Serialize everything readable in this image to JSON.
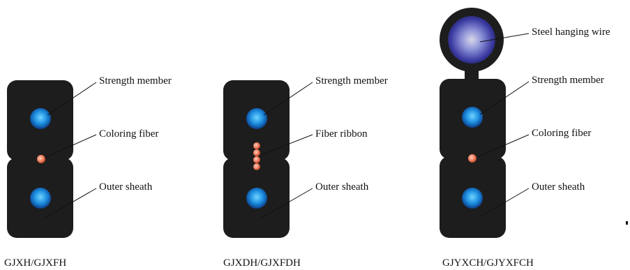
{
  "diagrams": [
    {
      "caption": "GJXH/GJXFH",
      "labels": [
        "Strength member",
        "Coloring fiber",
        "Outer sheath"
      ]
    },
    {
      "caption": "GJXDH/GJXFDH",
      "labels": [
        "Strength member",
        "Fiber ribbon",
        "Outer sheath"
      ]
    },
    {
      "caption": "GJYXCH/GJYXFCH",
      "labels": [
        "Steel hanging wire",
        "Strength member",
        "Coloring fiber",
        "Outer sheath"
      ]
    }
  ],
  "colors": {
    "sheath": "#1d1d1d",
    "strength_member": "#1e8fe0",
    "fiber": "#f08060",
    "steel_wire": "#7a7fd0"
  }
}
